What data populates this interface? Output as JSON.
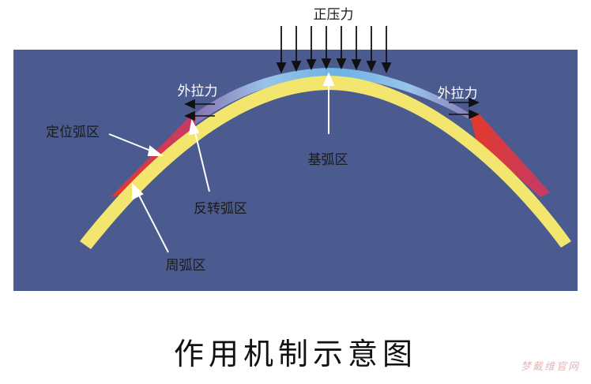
{
  "labels": {
    "pressure": "正压力",
    "tension_left": "外拉力",
    "tension_right": "外拉力",
    "alignment_zone": "定位弧区",
    "base_zone": "基弧区",
    "reverse_zone": "反转弧区",
    "peripheral_zone": "周弧区"
  },
  "caption": "作用机制示意图",
  "watermark": "梦戴维官网",
  "colors": {
    "panel": "#4b5b8f",
    "lens": "#f2e66e",
    "tear_film": "#8fc6e9",
    "peripheral_red": "#d7362b",
    "arrow_black": "#111111",
    "arrow_white": "#ffffff"
  }
}
